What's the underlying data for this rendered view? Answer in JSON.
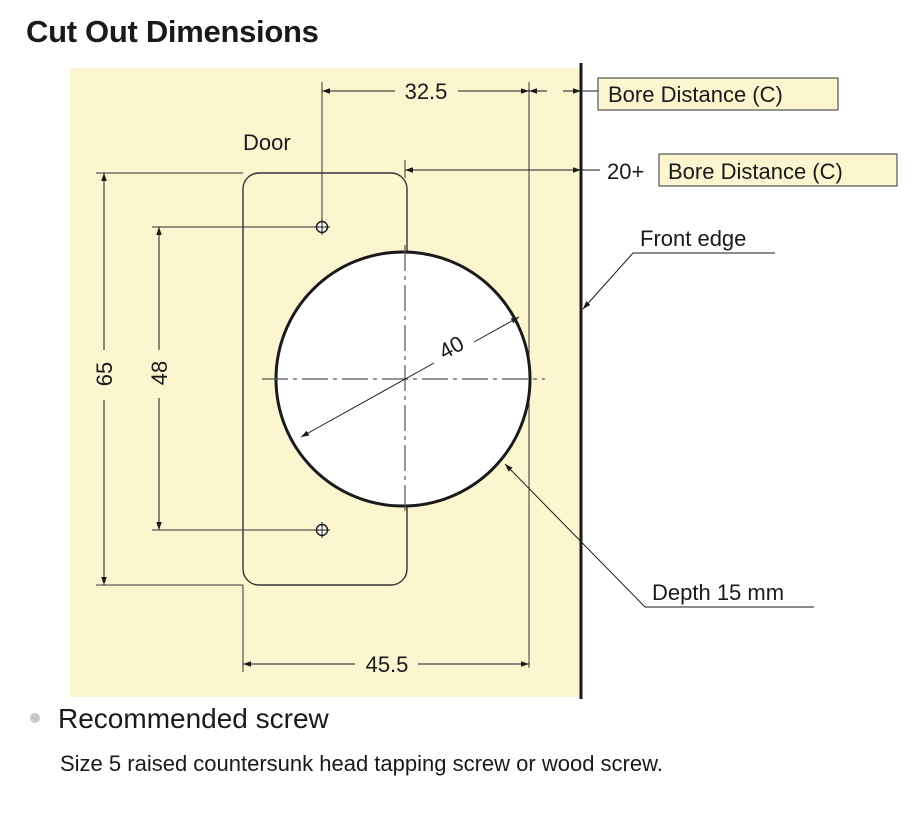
{
  "title": "Cut Out Dimensions",
  "diagram": {
    "door_label": "Door",
    "dim_top": "32.5",
    "bore_box_1": "Bore Distance (C)",
    "prefix_20": "20+",
    "bore_box_2": "Bore Distance (C)",
    "front_edge_label": "Front edge",
    "dim_height_65": "65",
    "dim_height_48": "48",
    "dim_diameter": "40",
    "depth_label": "Depth 15 mm",
    "dim_bottom": "45.5"
  },
  "note": {
    "heading": "Recommended screw",
    "text": "Size 5 raised countersunk head tapping screw or wood screw."
  }
}
